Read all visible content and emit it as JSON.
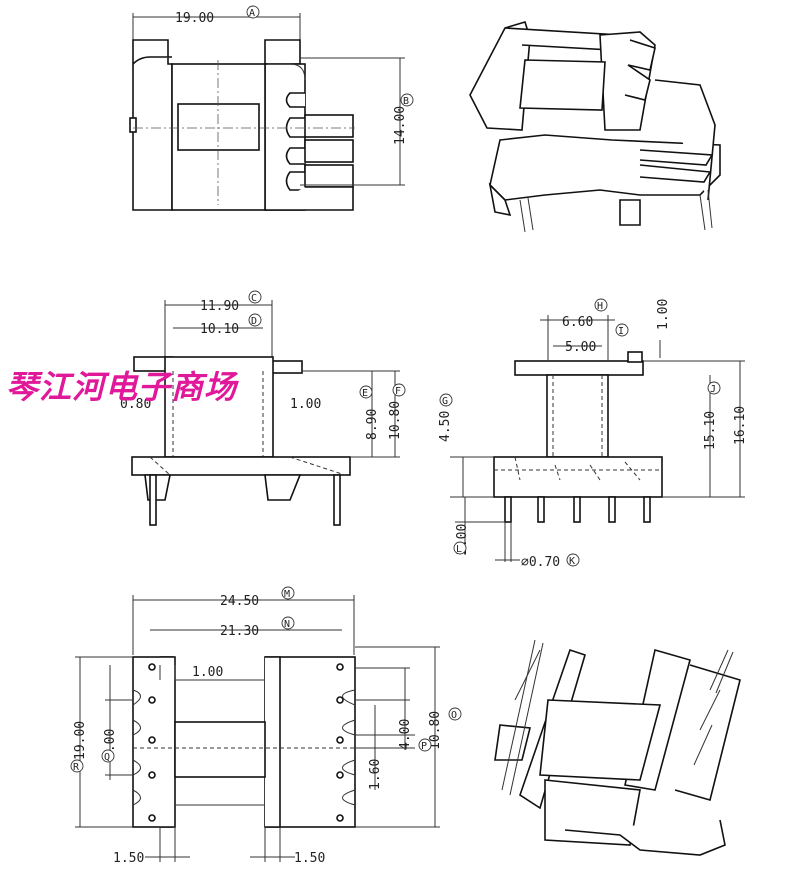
{
  "watermark": "琴江河电子商场",
  "views": {
    "top": {
      "dim_width": {
        "value": "19.00",
        "tag": "A"
      },
      "dim_depth": {
        "value": "14.00",
        "tag": "B"
      }
    },
    "front": {
      "dim_flange_outer": {
        "value": "11.90",
        "tag": "C"
      },
      "dim_flange_inner": {
        "value": "10.10",
        "tag": "D"
      },
      "dim_flange_thick_left": "0.80",
      "dim_flange_thick_right": "1.00",
      "dim_winding_height": {
        "value": "8.90",
        "tag": "E"
      },
      "dim_total_height": {
        "value": "10.80",
        "tag": "F"
      }
    },
    "side": {
      "dim_top_outer": {
        "value": "6.60",
        "tag": "H"
      },
      "dim_top_inner": {
        "value": "5.00",
        "tag": "I"
      },
      "dim_top_lip": "1.00",
      "dim_base_height": {
        "value": "4.50",
        "tag": "G"
      },
      "dim_body_height": {
        "value": "15.10",
        "tag": "J"
      },
      "dim_overall_height": "16.10",
      "dim_pin_length": {
        "value": "2.00",
        "tag": "L"
      },
      "dim_pin_diameter": {
        "value": "⌀0.70",
        "tag": "K"
      }
    },
    "bottom": {
      "dim_pin_row_outer": {
        "value": "24.50",
        "tag": "M"
      },
      "dim_pin_row_inner": {
        "value": "21.30",
        "tag": "N"
      },
      "dim_wall": "1.00",
      "dim_overall": {
        "value": "19.00",
        "tag": "R"
      },
      "dim_pitch_left": {
        "value": "4.00",
        "tag": "Q"
      },
      "dim_pin_span": {
        "value": "10.80",
        "tag": "O"
      },
      "dim_pitch_right": "4.00",
      "dim_pin_offset": {
        "value": "1.60",
        "tag": "P"
      },
      "dim_edge_left": "1.50",
      "dim_edge_right": "1.50"
    }
  }
}
